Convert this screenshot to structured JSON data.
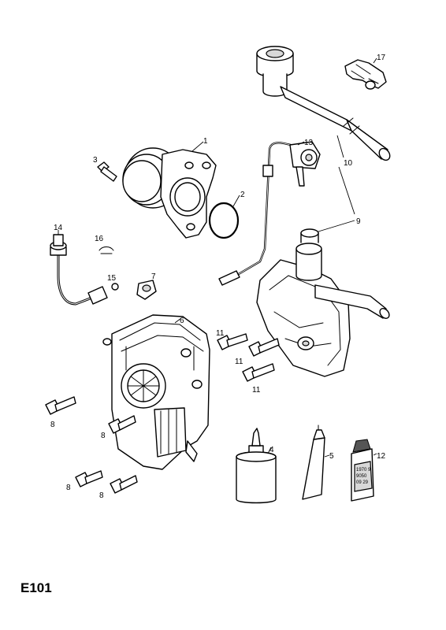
{
  "diagram_code": "E101",
  "callouts": {
    "c1": "1",
    "c2": "2",
    "c3": "3",
    "c4": "4",
    "c5": "5",
    "c6": "6",
    "c7": "7",
    "c8a": "8",
    "c8b": "8",
    "c8c": "8",
    "c8d": "8",
    "c9": "9",
    "c10": "10",
    "c11a": "11",
    "c11b": "11",
    "c11c": "11",
    "c12": "12",
    "c13": "13",
    "c14": "14",
    "c15": "15",
    "c16": "16",
    "c17": "17"
  },
  "tube_label": {
    "line1": "1970 9",
    "line2": "9050",
    "line3": "09 29"
  },
  "colors": {
    "line": "#000000",
    "background": "#ffffff"
  }
}
